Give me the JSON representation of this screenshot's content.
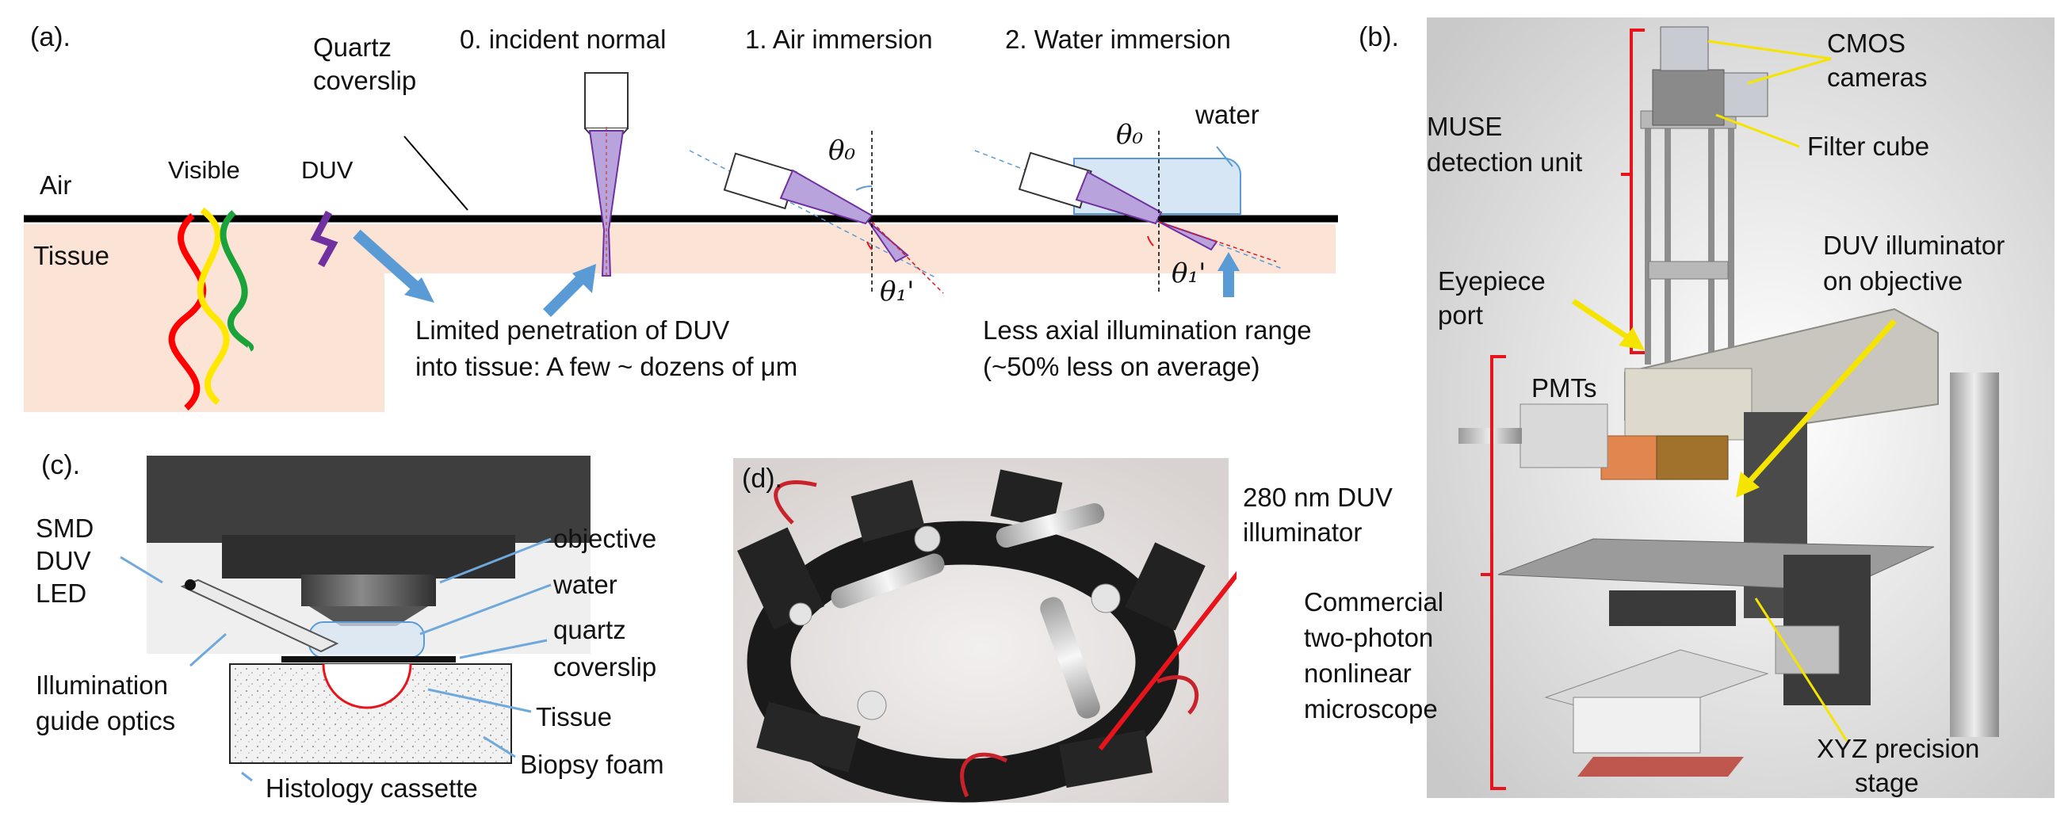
{
  "panel_a": {
    "label": "(a).",
    "quartz": [
      "Quartz",
      "coverslip"
    ],
    "step0": "0. incident normal",
    "step1": "1. Air immersion",
    "step2": "2. Water immersion",
    "water": "water",
    "air": "Air",
    "tissue": "Tissue",
    "visible": "Visible",
    "duv": "DUV",
    "penetration": [
      "Limited penetration of DUV",
      "into tissue: A few ~ dozens of μm"
    ],
    "axial": [
      "Less axial illumination range",
      "(~50% less on average)"
    ],
    "theta0": "θ₀",
    "theta1": "θ₁'"
  },
  "panel_b": {
    "label": "(b).",
    "cmos": [
      "CMOS",
      "cameras"
    ],
    "filter": "Filter cube",
    "muse": [
      "MUSE",
      "detection unit"
    ],
    "duv_illum": [
      "DUV illuminator",
      "on objective"
    ],
    "eyepiece": [
      "Eyepiece",
      "port"
    ],
    "pmts": "PMTs",
    "commercial": [
      "Commercial",
      "two-photon",
      "nonlinear",
      "microscope"
    ],
    "xyz": [
      "XYZ precision",
      "stage"
    ]
  },
  "panel_c": {
    "label": "(c).",
    "smd": [
      "SMD",
      "DUV",
      "LED"
    ],
    "illum_guide": [
      "Illumination",
      "guide optics"
    ],
    "objective": "objective",
    "water": "water",
    "quartz": [
      "quartz",
      "coverslip"
    ],
    "tissue": "Tissue",
    "foam": "Biopsy foam",
    "cassette": "Histology cassette"
  },
  "panel_d": {
    "label": "(d).",
    "illuminator": [
      "280 nm DUV",
      "illuminator"
    ]
  },
  "colors": {
    "tissue": "#fbe3d6",
    "duv_purple": "#7030a0",
    "beam_purple": "#b9a3dc",
    "arrow_blue": "#5b9bd5",
    "leader_blue": "#6fa8dc",
    "bracket_red": "#e8141b",
    "yellow": "#f5e400",
    "water_blue": "#d6e6f5",
    "green": "#1aa33a"
  }
}
